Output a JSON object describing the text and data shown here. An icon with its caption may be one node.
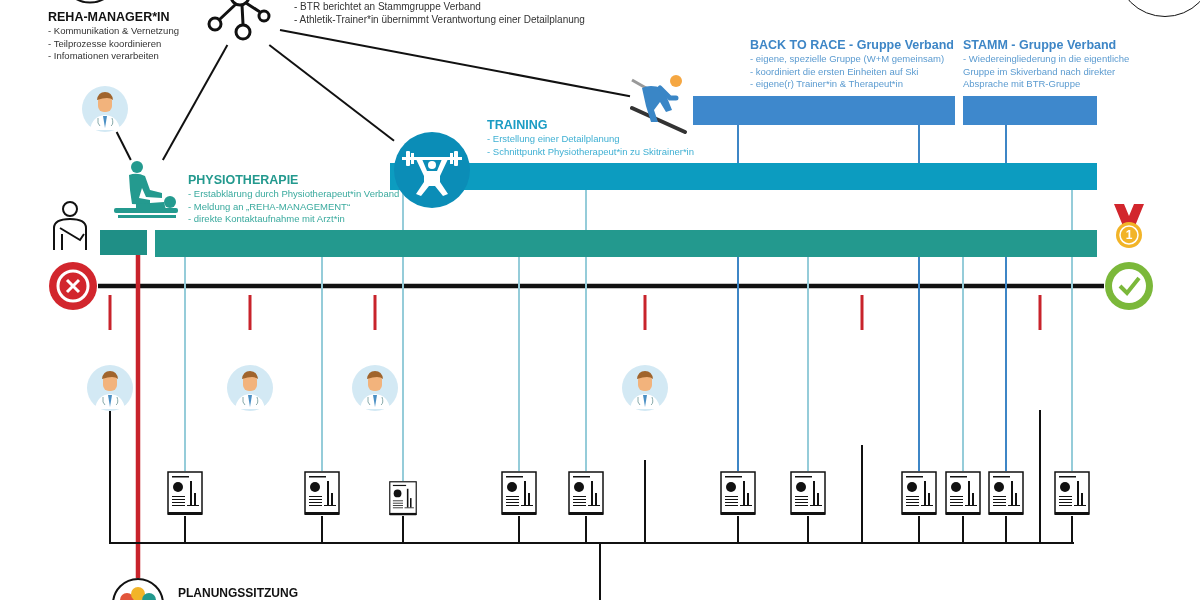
{
  "diagram": {
    "nodes": [
      {
        "text": [],
        "shape": "picture"
      },
      {
        "text": [
          "REHA-MANAGER*IN",
          "- Kommunikation & Vernetzung",
          "- Teilprozesse koordinieren",
          "- Infomationen verarbeiten"
        ]
      },
      {
        "text": [],
        "shape": "picture"
      },
      {
        "text": [],
        "shape": "picture"
      },
      {
        "text": [
          "BACK TO RACE - Gruppe Verband",
          "- eigene, spezielle Gruppe (W+M gemeinsam)",
          "- koordiniert die ersten Einheiten auf Ski",
          "- eigene(r) Trainer*in & Therapeut*in"
        ]
      },
      {
        "text": [
          "STAMM - Gruppe Verband",
          "- Wiedereingliederung in die eigentliche Gruppe im Skiverband nach direkter Absprache mit BTR-Gruppe"
        ]
      },
      {
        "text": [
          "TRAINING",
          "- Erstellung einer Detailplanung",
          "- Schnittpunkt Physiotherapeut*in zu Skitrainer*in"
        ]
      },
      {
        "text": [],
        "shape": "picture"
      },
      {
        "text": [],
        "shape": "picture"
      },
      {
        "text": [
          "PHYSIOTHERAPIE",
          "- Erstabklärung durch Physiotherapeut*in Verband",
          "- Meldung an „REHA-MANAGEMENT“",
          "- direkte Kontaktaufnahme mit Arzt*in"
        ]
      },
      {
        "text": [],
        "shape": "picture"
      },
      {
        "text": [],
        "shape": "bar"
      },
      {
        "text": [
          "1"
        ]
      },
      {
        "text": [],
        "shape": "circle"
      },
      {
        "text": [],
        "shape": "circle"
      },
      {
        "text": [],
        "shape": "picture"
      },
      {
        "text": [],
        "shape": "picture"
      },
      {
        "text": [],
        "shape": "picture"
      },
      {
        "text": [],
        "shape": "picture"
      },
      {
        "text": [],
        "shape": "picture"
      },
      {
        "text": [],
        "shape": "picture"
      },
      {
        "text": [],
        "shape": "picture"
      },
      {
        "text": [],
        "shape": "picture"
      },
      {
        "text": [],
        "shape": "picture"
      },
      {
        "text": [],
        "shape": "picture"
      },
      {
        "text": [],
        "shape": "picture"
      },
      {
        "text": [],
        "shape": "picture"
      },
      {
        "text": [],
        "shape": "picture"
      },
      {
        "text": [],
        "shape": "picture"
      },
      {
        "text": [],
        "shape": "picture"
      },
      {
        "text": [
          "PLANUNGSSITZUNG"
        ]
      },
      {
        "text": [],
        "shape": "bar"
      },
      {
        "text": [],
        "shape": "circle"
      },
      {
        "text": [],
        "shape": "circle"
      }
    ],
    "edges": [
      {
        "from": 0,
        "to": 8,
        "arrow": "none"
      },
      {
        "from": 0,
        "to": 7,
        "arrow": "none"
      },
      {
        "from": 0,
        "to": 3,
        "arrow": "none"
      },
      {
        "from": 2,
        "to": 8,
        "arrow": "none"
      },
      {
        "from": 13,
        "to": 14,
        "arrow": "none",
        "style": "thick"
      },
      {
        "from": 9,
        "to": 19,
        "arrow": "none",
        "color": "#95ccd9"
      },
      {
        "from": 9,
        "to": 20,
        "arrow": "none",
        "color": "#95ccd9"
      },
      {
        "from": 9,
        "to": 21,
        "arrow": "none",
        "color": "#95ccd9"
      },
      {
        "from": 9,
        "to": 22,
        "arrow": "none",
        "color": "#95ccd9"
      },
      {
        "from": 9,
        "to": 23,
        "arrow": "none",
        "color": "#95ccd9"
      },
      {
        "from": 4,
        "to": 6,
        "arrow": "none",
        "color": "#3e86c6"
      },
      {
        "from": 9,
        "to": 24,
        "arrow": "none",
        "color": "#3e86c6"
      },
      {
        "from": 9,
        "to": 25,
        "arrow": "none",
        "color": "#95ccd9"
      },
      {
        "from": 4,
        "to": 6,
        "arrow": "none",
        "color": "#3e86c6"
      },
      {
        "from": 9,
        "to": 26,
        "arrow": "none",
        "color": "#3e86c6"
      },
      {
        "from": 9,
        "to": 27,
        "arrow": "none",
        "color": "#95ccd9"
      },
      {
        "from": 5,
        "to": 6,
        "arrow": "none",
        "color": "#3e86c6"
      },
      {
        "from": 9,
        "to": 28,
        "arrow": "none",
        "color": "#3e86c6"
      },
      {
        "from": 9,
        "to": 29,
        "arrow": "none",
        "color": "#95ccd9"
      },
      {
        "from": 6,
        "to": 9,
        "arrow": "none",
        "color": "#95ccd9"
      },
      {
        "from": 6,
        "to": 9,
        "arrow": "none",
        "color": "#95ccd9"
      },
      {
        "from": 6,
        "to": 9,
        "arrow": "none",
        "color": "#95ccd9"
      },
      {
        "from": 11,
        "to": 30,
        "arrow": "none",
        "style": "thick",
        "color": "#c8232b"
      },
      {
        "from": 19,
        "to": 31,
        "arrow": "none"
      },
      {
        "from": 20,
        "to": 31,
        "arrow": "none"
      },
      {
        "from": 21,
        "to": 31,
        "arrow": "none"
      },
      {
        "from": 22,
        "to": 31,
        "arrow": "none"
      },
      {
        "from": 23,
        "to": 31,
        "arrow": "none"
      },
      {
        "from": 24,
        "to": 31,
        "arrow": "none"
      },
      {
        "from": 25,
        "to": 31,
        "arrow": "none"
      },
      {
        "from": 26,
        "to": 31,
        "arrow": "none"
      },
      {
        "from": 27,
        "to": 31,
        "arrow": "none"
      },
      {
        "from": 28,
        "to": 31,
        "arrow": "none"
      },
      {
        "from": 29,
        "to": 31,
        "arrow": "none"
      },
      {
        "from": 15,
        "to": 31,
        "arrow": "none"
      },
      {
        "from": null,
        "to": 31,
        "arrow": "none"
      },
      {
        "from": null,
        "to": 31,
        "arrow": "none"
      },
      {
        "from": null,
        "to": 31,
        "arrow": "none"
      },
      {
        "from": 31,
        "to": null,
        "arrow": "none"
      }
    ],
    "labels": [
      "- BTR berichtet an Stammgruppe Verband",
      "- Athletik-Trainer*in übernimmt Verantwortung einer Detailplanung"
    ]
  }
}
